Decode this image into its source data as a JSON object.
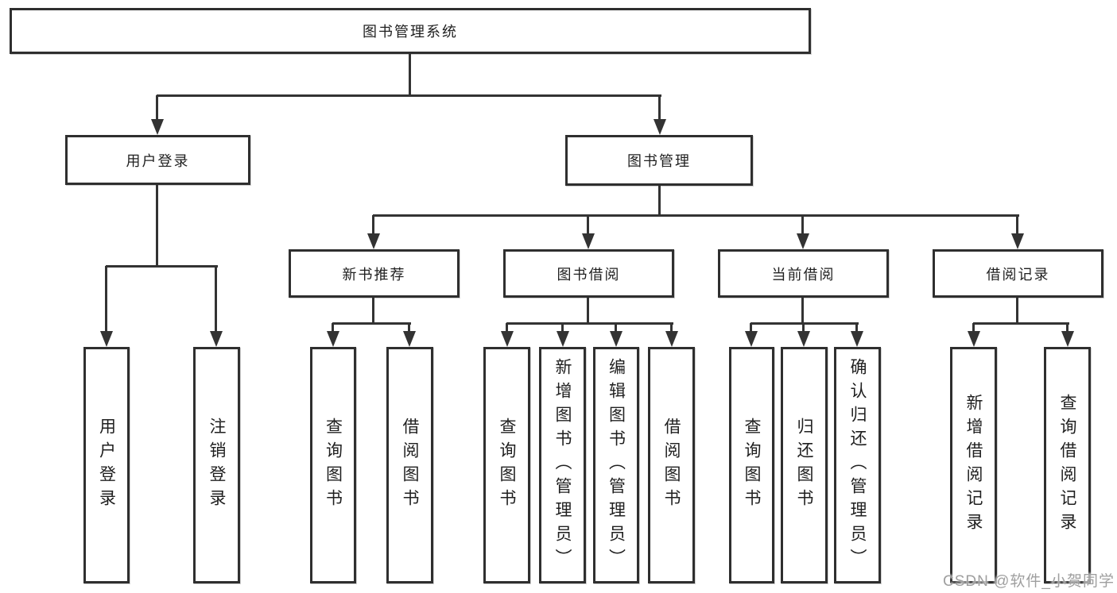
{
  "tree": {
    "label": "图书管理系统",
    "children": [
      {
        "label": "用户登录",
        "children": [
          {
            "label": "用户登录"
          },
          {
            "label": "注销登录"
          }
        ]
      },
      {
        "label": "图书管理",
        "children": [
          {
            "label": "新书推荐",
            "children": [
              {
                "label": "查询图书"
              },
              {
                "label": "借阅图书"
              }
            ]
          },
          {
            "label": "图书借阅",
            "children": [
              {
                "label": "查询图书"
              },
              {
                "label": "新增图书（管理员）"
              },
              {
                "label": "编辑图书（管理员）"
              },
              {
                "label": "借阅图书"
              }
            ]
          },
          {
            "label": "当前借阅",
            "children": [
              {
                "label": "查询图书"
              },
              {
                "label": "归还图书"
              },
              {
                "label": "确认归还（管理员）"
              }
            ]
          },
          {
            "label": "借阅记录",
            "children": [
              {
                "label": "新增借阅记录"
              },
              {
                "label": "查询借阅记录"
              }
            ]
          }
        ]
      }
    ]
  },
  "watermark": {
    "text": "CSDN @软件_小贺同学"
  },
  "colors": {
    "line": "#333333",
    "box_border": "#2f2f2f",
    "background": "#ffffff",
    "text": "#1f1f1f",
    "watermark": "#9f9f9f"
  }
}
